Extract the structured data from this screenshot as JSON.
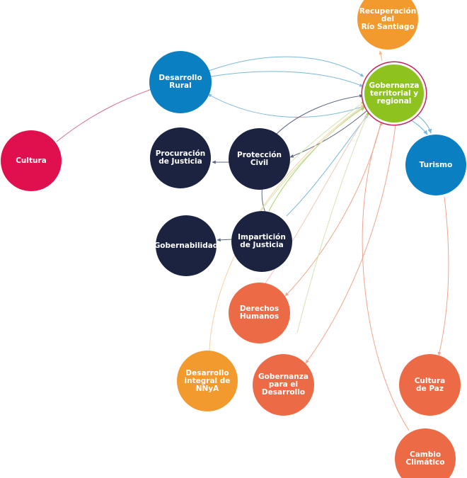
{
  "colors": {
    "green": "#8dc21f",
    "blue": "#0a7fc2",
    "navy": "#1b2340",
    "coral": "#ec6a45",
    "orange": "#f29a2e",
    "crimson": "#e0104f"
  },
  "nodes": {
    "recuperacion": {
      "label": "Recuperación\ndel\nRío Santiago",
      "color": "orange"
    },
    "gobernanza_territorial": {
      "label": "Gobernanza\nterritorial y\nregional",
      "color": "green"
    },
    "desarrollo_rural": {
      "label": "Desarrollo\nRural",
      "color": "blue"
    },
    "cultura": {
      "label": "Cultura",
      "color": "crimson"
    },
    "procuracion": {
      "label": "Procuración\nde Justicia",
      "color": "navy"
    },
    "proteccion_civil": {
      "label": "Protección\nCivil",
      "color": "navy"
    },
    "turismo": {
      "label": "Turismo",
      "color": "blue"
    },
    "gobernabilidad": {
      "label": "Gobernabilidad",
      "color": "navy"
    },
    "imparticion": {
      "label": "Impartición\nde Justicia",
      "color": "navy"
    },
    "derechos_humanos": {
      "label": "Derechos\nHumanos",
      "color": "coral"
    },
    "desarrollo_nnya": {
      "label": "Desarrollo\nintegral de\nNNyA",
      "color": "orange"
    },
    "gobernanza_desarrollo": {
      "label": "Gobernanza\npara el\nDesarrollo",
      "color": "coral"
    },
    "cultura_paz": {
      "label": "Cultura\nde Paz",
      "color": "coral"
    },
    "cambio_climatico": {
      "label": "Cambio\nClimático",
      "color": "coral"
    }
  }
}
